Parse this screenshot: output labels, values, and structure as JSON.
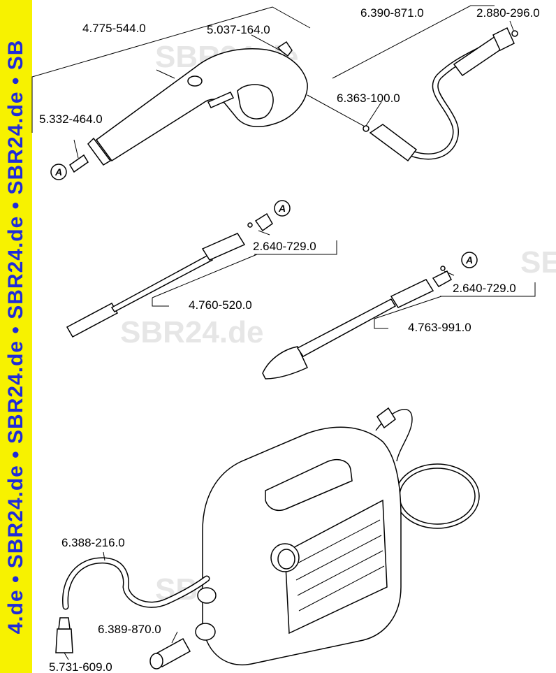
{
  "side_band": {
    "text": "4.de • SBR24.de • SBR24.de • SBR24.de • SBR24.de • SB",
    "bg_color": "#f7f200",
    "text_color": "#1f2bd9"
  },
  "watermarks": [
    "SBR24.de",
    "SBR24.de",
    "SBR24.de",
    "SE"
  ],
  "callout_letter": "A",
  "part_labels": {
    "gun_body": "4.775-544.0",
    "trigger_lock": "5.037-164.0",
    "hose_assembly": "6.390-871.0",
    "hose_oring": "2.880-296.0",
    "gun_oring": "6.363-100.0",
    "gun_filter": "5.332-464.0",
    "lance_oring_1": "2.640-729.0",
    "spray_lance": "4.760-520.0",
    "lance_oring_2": "2.640-729.0",
    "rotary_lance": "4.763-991.0",
    "suction_hose": "6.388-216.0",
    "water_connector": "6.389-870.0",
    "suction_filter": "5.731-609.0"
  }
}
